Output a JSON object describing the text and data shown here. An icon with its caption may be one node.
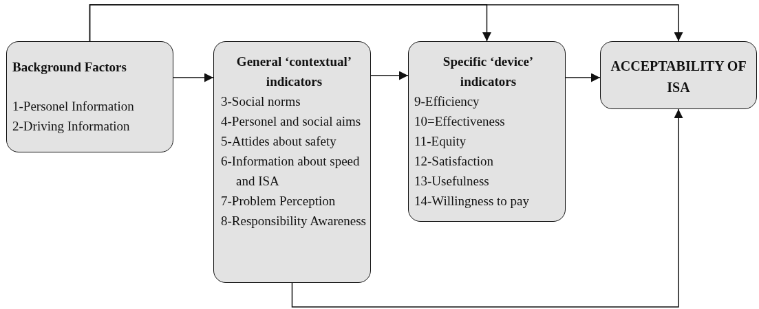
{
  "diagram": {
    "nodes": [
      {
        "text": [
          "Background Factors",
          "1-Personel Information",
          "2-Driving Information"
        ]
      },
      {
        "text": [
          "General ‘contextual’ indicators",
          "3-Social norms",
          "4-Personel and social aims",
          "5-Attides about safety",
          "6-Information about speed and ISA",
          "7-Problem Perception",
          "8-Responsibility Awareness"
        ]
      },
      {
        "text": [
          "Specific ‘device’ indicators",
          "9-Efficiency",
          "10=Effectiveness",
          "11-Equity",
          "12-Satisfaction",
          "13-Usefulness",
          "14-Willingness to pay"
        ]
      },
      {
        "text": [
          "ACCEPTABILITY OF ISA"
        ]
      }
    ],
    "edges": [
      {
        "from": 0,
        "to": 1,
        "arrow": "to"
      },
      {
        "from": 1,
        "to": 2,
        "arrow": "to"
      },
      {
        "from": 2,
        "to": 3,
        "arrow": "to"
      },
      {
        "from": 0,
        "to": 2,
        "arrow": "to"
      },
      {
        "from": 0,
        "to": 3,
        "arrow": "to"
      },
      {
        "from": 1,
        "to": 3,
        "arrow": "to"
      }
    ]
  }
}
